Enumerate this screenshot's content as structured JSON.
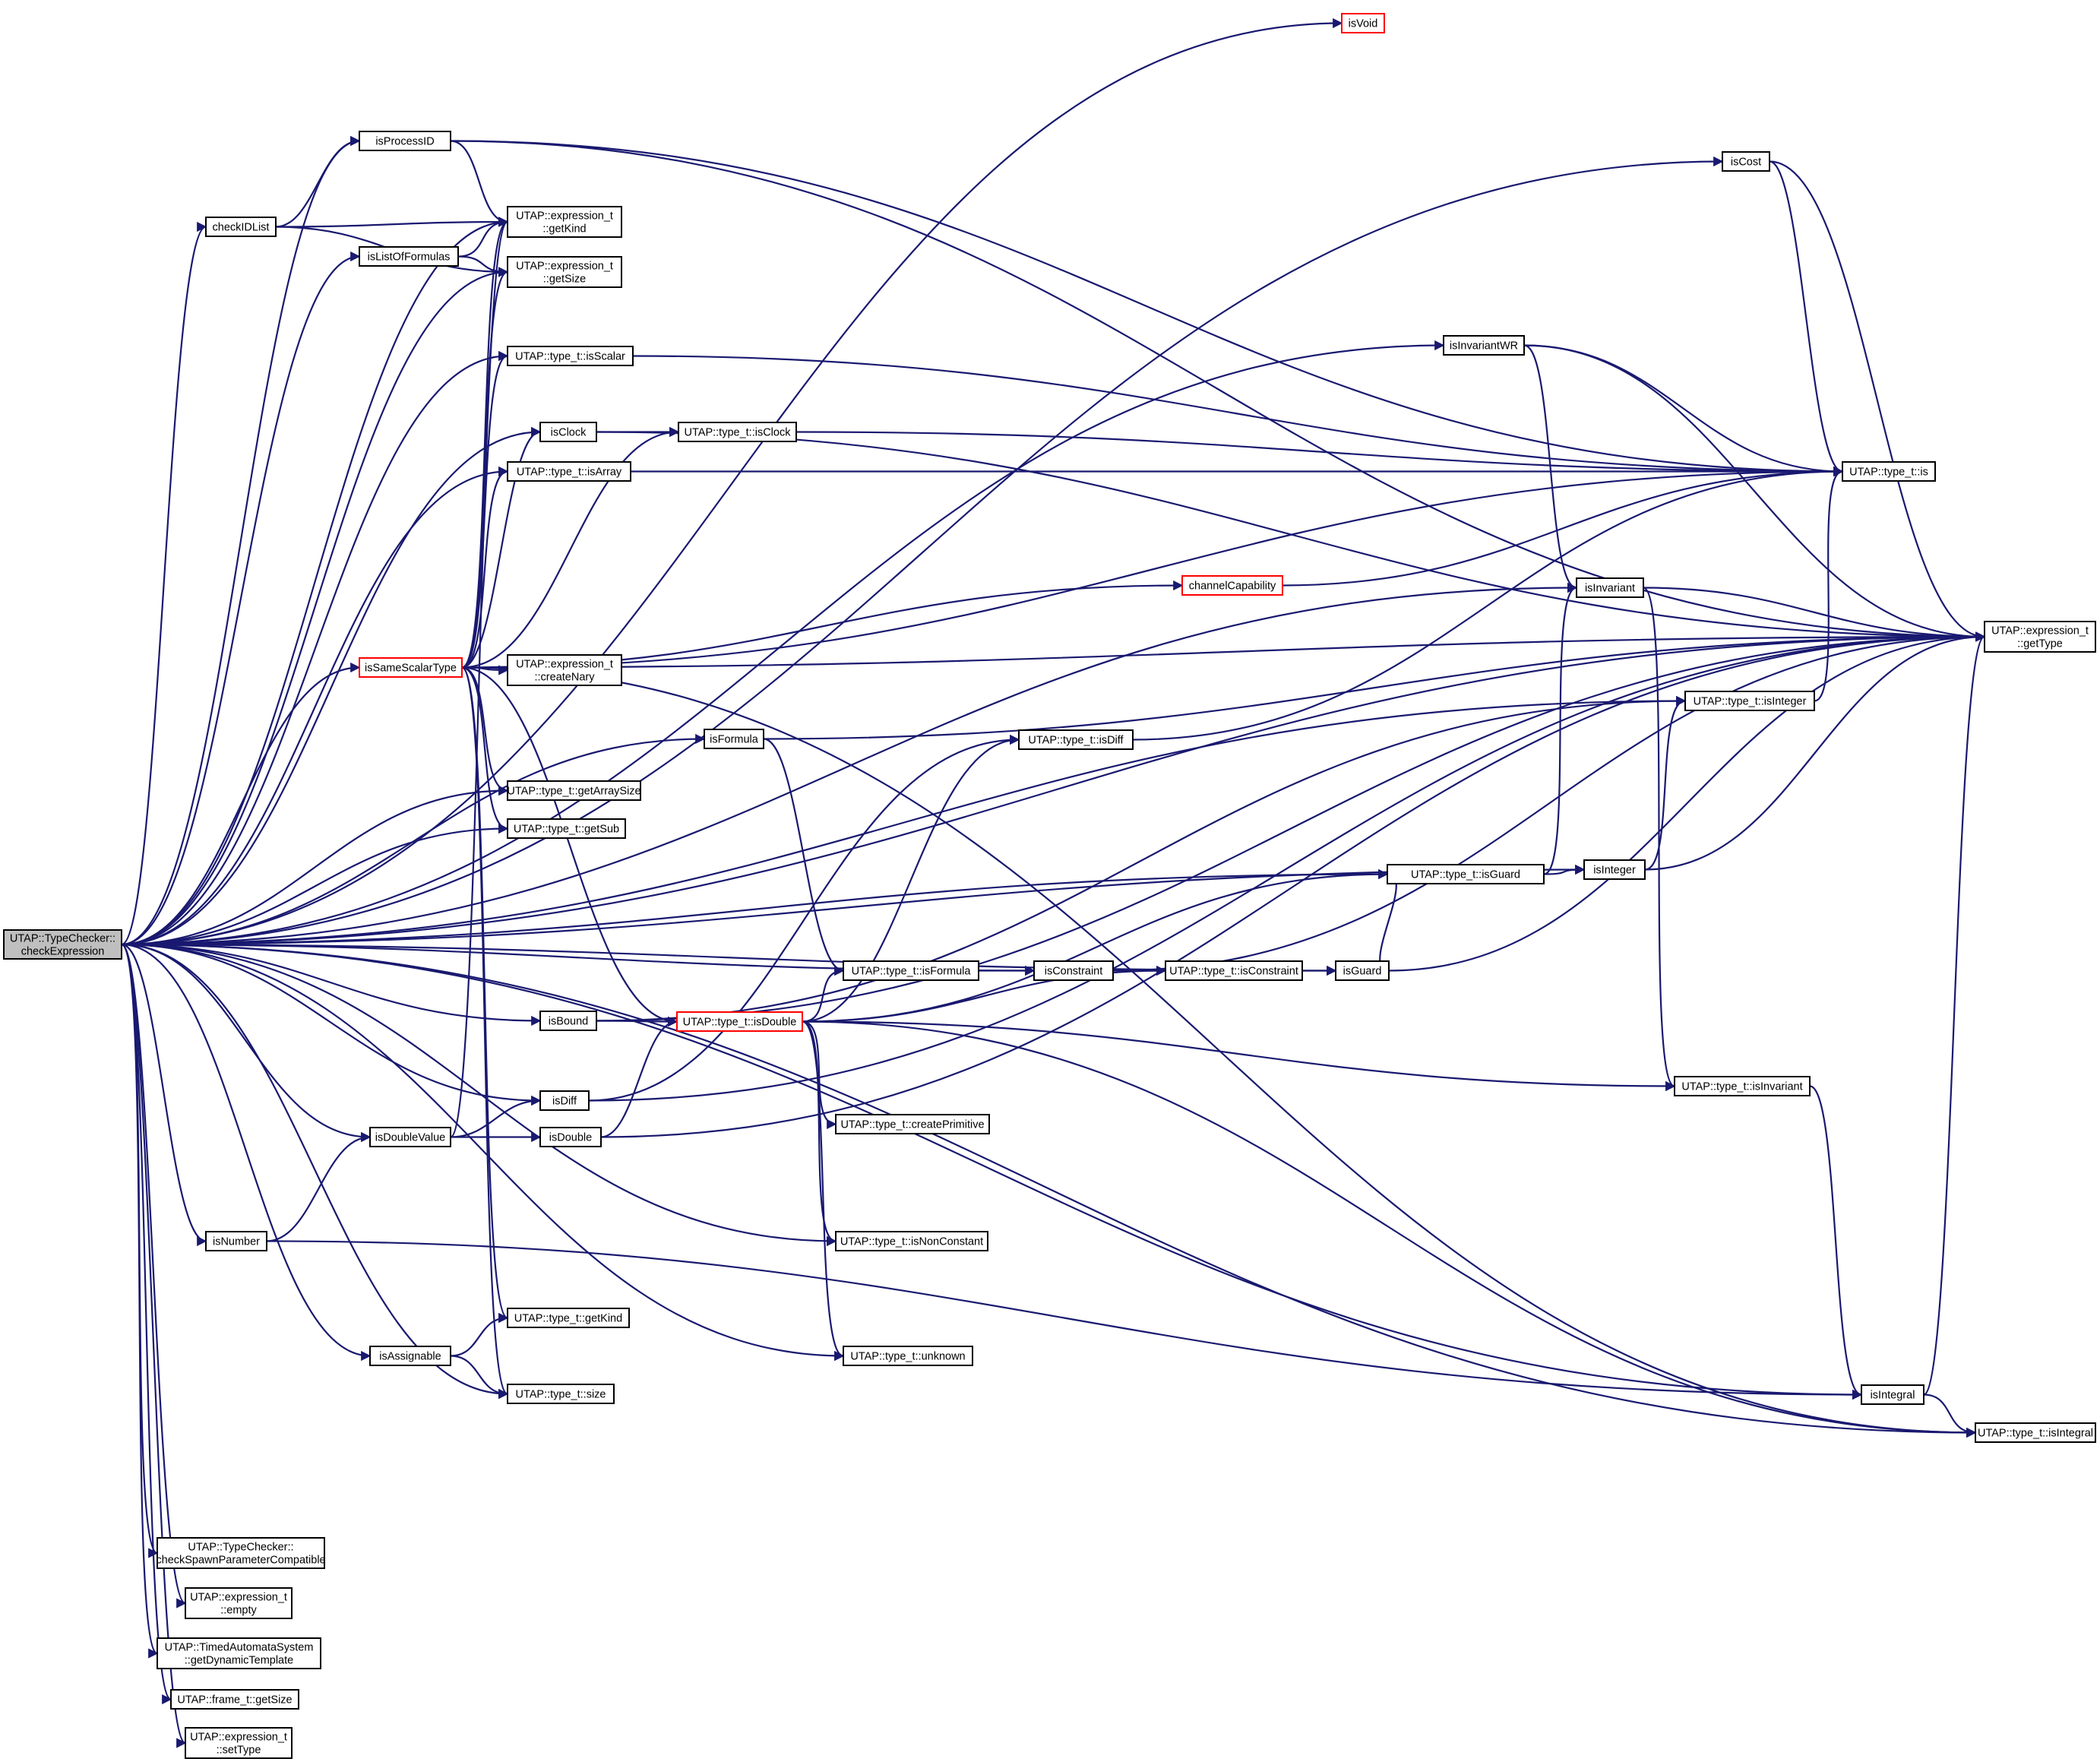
{
  "colors": {
    "edge": "#191970",
    "root_fill": "#bfbfbf",
    "node_border": "#000000",
    "truncated_border": "#ff0000"
  },
  "nodes": [
    {
      "id": "root",
      "lines": [
        "UTAP::TypeChecker::",
        "checkExpression"
      ],
      "root": true
    },
    {
      "id": "isVoid",
      "lines": [
        "isVoid"
      ],
      "truncated": true
    },
    {
      "id": "isProcessID",
      "lines": [
        "isProcessID"
      ]
    },
    {
      "id": "isCost",
      "lines": [
        "isCost"
      ]
    },
    {
      "id": "checkIDList",
      "lines": [
        "checkIDList"
      ]
    },
    {
      "id": "getKind",
      "lines": [
        "UTAP::expression_t",
        "::getKind"
      ]
    },
    {
      "id": "isListOfFormulas",
      "lines": [
        "isListOfFormulas"
      ]
    },
    {
      "id": "getSize",
      "lines": [
        "UTAP::expression_t",
        "::getSize"
      ]
    },
    {
      "id": "isInvariantWR",
      "lines": [
        "isInvariantWR"
      ]
    },
    {
      "id": "isScalar",
      "lines": [
        "UTAP::type_t::isScalar"
      ]
    },
    {
      "id": "isClockF",
      "lines": [
        "isClock"
      ]
    },
    {
      "id": "typeIsClock",
      "lines": [
        "UTAP::type_t::isClock"
      ]
    },
    {
      "id": "isArray",
      "lines": [
        "UTAP::type_t::isArray"
      ]
    },
    {
      "id": "typeIs",
      "lines": [
        "UTAP::type_t::is"
      ]
    },
    {
      "id": "channelCapability",
      "lines": [
        "channelCapability"
      ],
      "truncated": true
    },
    {
      "id": "isInvariant",
      "lines": [
        "isInvariant"
      ]
    },
    {
      "id": "getType",
      "lines": [
        "UTAP::expression_t",
        "::getType"
      ]
    },
    {
      "id": "isSameScalarType",
      "lines": [
        "isSameScalarType"
      ],
      "truncated": true
    },
    {
      "id": "createNary",
      "lines": [
        "UTAP::expression_t",
        "::createNary"
      ]
    },
    {
      "id": "typeIsInteger",
      "lines": [
        "UTAP::type_t::isInteger"
      ]
    },
    {
      "id": "isFormula",
      "lines": [
        "isFormula"
      ]
    },
    {
      "id": "typeIsDiff",
      "lines": [
        "UTAP::type_t::isDiff"
      ]
    },
    {
      "id": "getArraySize",
      "lines": [
        "UTAP::type_t::getArraySize"
      ]
    },
    {
      "id": "getSub",
      "lines": [
        "UTAP::type_t::getSub"
      ]
    },
    {
      "id": "typeIsGuard",
      "lines": [
        "UTAP::type_t::isGuard"
      ]
    },
    {
      "id": "isIntegerF",
      "lines": [
        "isInteger"
      ]
    },
    {
      "id": "typeIsFormula",
      "lines": [
        "UTAP::type_t::isFormula"
      ]
    },
    {
      "id": "isConstraint",
      "lines": [
        "isConstraint"
      ]
    },
    {
      "id": "typeIsConstraint",
      "lines": [
        "UTAP::type_t::isConstraint"
      ]
    },
    {
      "id": "isGuard",
      "lines": [
        "isGuard"
      ]
    },
    {
      "id": "isBound",
      "lines": [
        "isBound"
      ]
    },
    {
      "id": "typeIsDouble",
      "lines": [
        "UTAP::type_t::isDouble"
      ],
      "truncated": true
    },
    {
      "id": "typeIsInvariant",
      "lines": [
        "UTAP::type_t::isInvariant"
      ]
    },
    {
      "id": "isDiff",
      "lines": [
        "isDiff"
      ]
    },
    {
      "id": "createPrimitive",
      "lines": [
        "UTAP::type_t::createPrimitive"
      ]
    },
    {
      "id": "isDoubleValue",
      "lines": [
        "isDoubleValue"
      ]
    },
    {
      "id": "isDouble",
      "lines": [
        "isDouble"
      ]
    },
    {
      "id": "isNumber",
      "lines": [
        "isNumber"
      ]
    },
    {
      "id": "isNonConstant",
      "lines": [
        "UTAP::type_t::isNonConstant"
      ]
    },
    {
      "id": "typeGetKind",
      "lines": [
        "UTAP::type_t::getKind"
      ]
    },
    {
      "id": "isAssignable",
      "lines": [
        "isAssignable"
      ]
    },
    {
      "id": "unknown",
      "lines": [
        "UTAP::type_t::unknown"
      ]
    },
    {
      "id": "typeSize",
      "lines": [
        "UTAP::type_t::size"
      ]
    },
    {
      "id": "isIntegral",
      "lines": [
        "isIntegral"
      ]
    },
    {
      "id": "typeIsIntegral",
      "lines": [
        "UTAP::type_t::isIntegral"
      ]
    },
    {
      "id": "checkSpawn",
      "lines": [
        "UTAP::TypeChecker::",
        "checkSpawnParameterCompatible"
      ]
    },
    {
      "id": "empty",
      "lines": [
        "UTAP::expression_t",
        "::empty"
      ]
    },
    {
      "id": "getDynamicTemplate",
      "lines": [
        "UTAP::TimedAutomataSystem",
        "::getDynamicTemplate"
      ]
    },
    {
      "id": "frameGetSize",
      "lines": [
        "UTAP::frame_t::getSize"
      ]
    },
    {
      "id": "setType",
      "lines": [
        "UTAP::expression_t",
        "::setType"
      ]
    }
  ]
}
